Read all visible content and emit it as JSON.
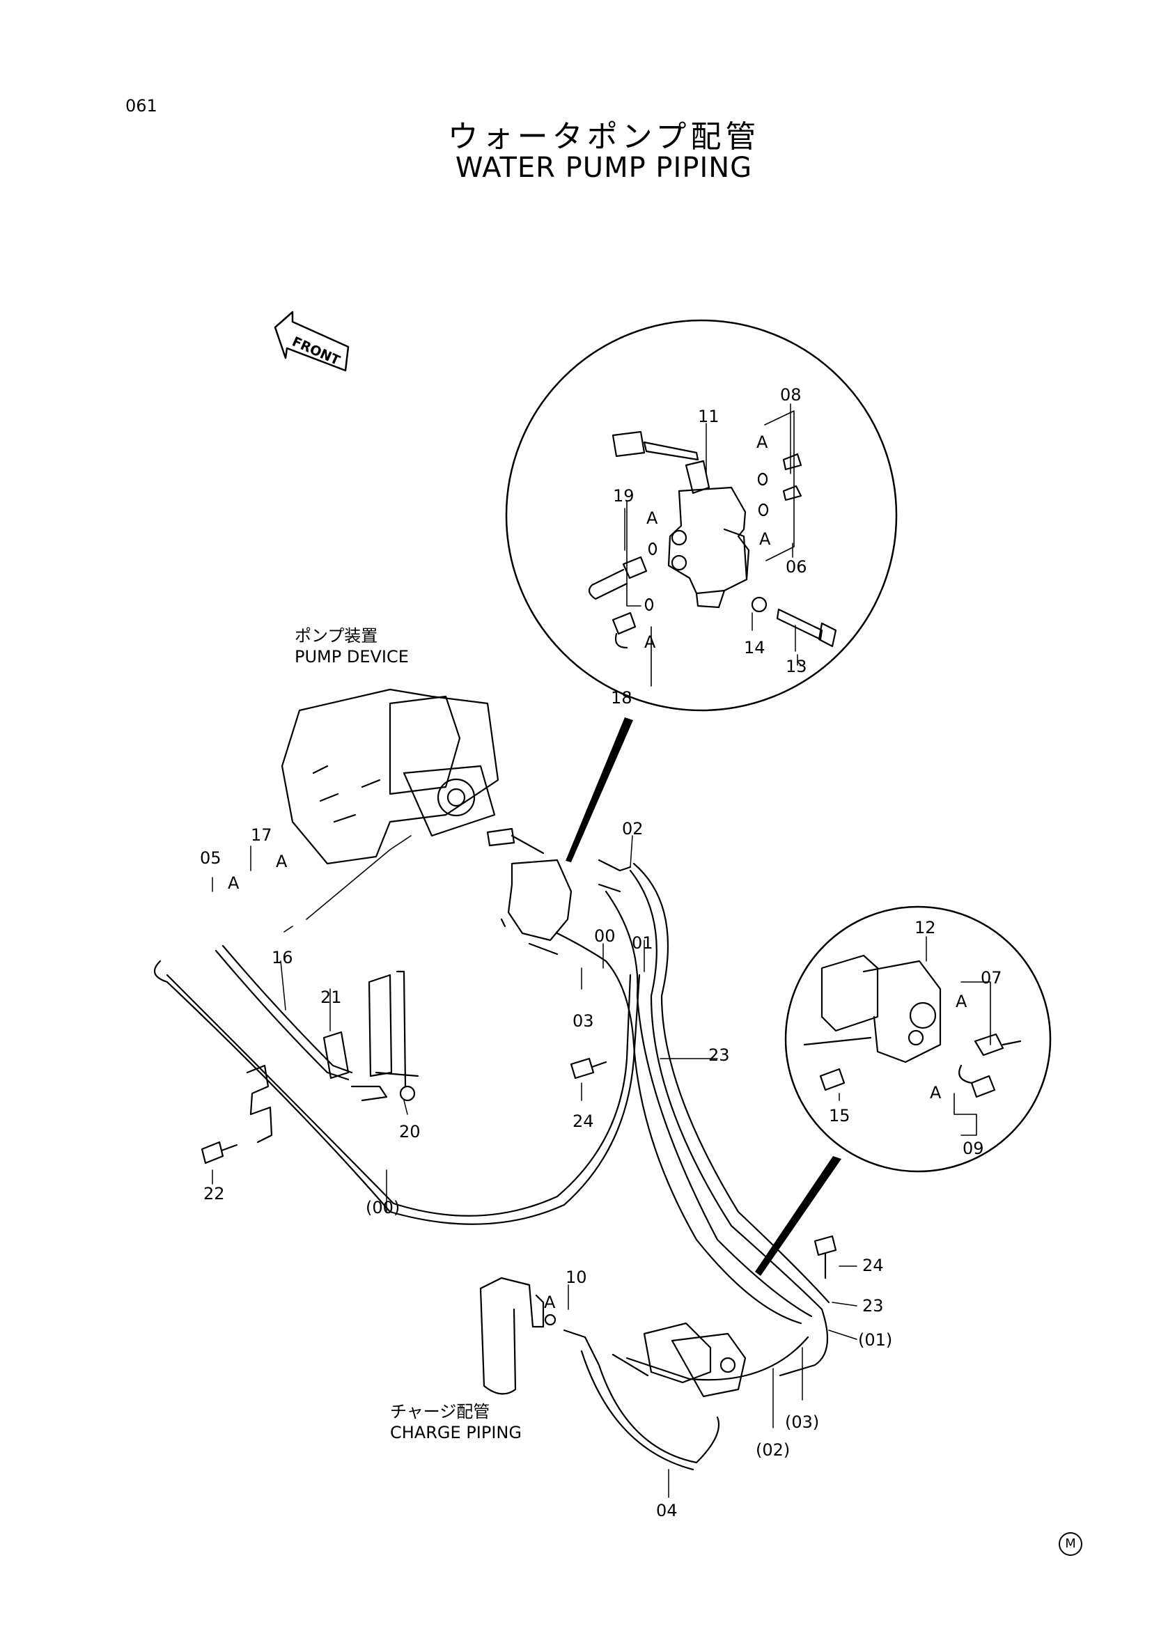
{
  "page": {
    "code": "061",
    "title_ja": "ウォータポンプ配管",
    "title_en": "WATER PUMP PIPING",
    "front_label": "FRONT",
    "marker": "M"
  },
  "assemblies": {
    "pump_device_ja": "ポンプ装置",
    "pump_device_en": "PUMP DEVICE",
    "charge_piping_ja": "チャージ配管",
    "charge_piping_en": "CHARGE PIPING"
  },
  "callouts": {
    "valve_detail": [
      "11",
      "08",
      "19",
      "06",
      "14",
      "13",
      "18"
    ],
    "pump_detail": [
      "12",
      "07",
      "15",
      "09"
    ],
    "main": [
      "05",
      "17",
      "16",
      "21",
      "20",
      "22",
      "(00)",
      "02",
      "00",
      "01",
      "03",
      "23",
      "24",
      "10",
      "24",
      "23",
      "(01)",
      "(03)",
      "(02)",
      "04"
    ],
    "detail_marker": "A"
  }
}
